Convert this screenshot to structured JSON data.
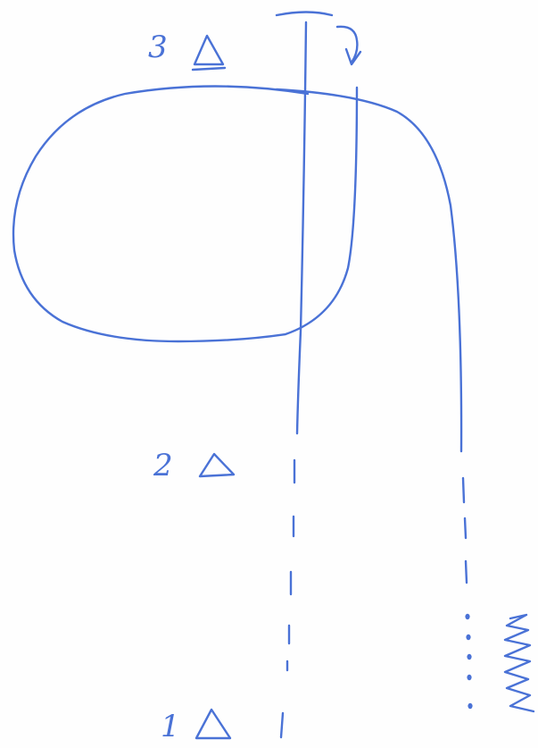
{
  "colors": {
    "ink": "#4a72d6",
    "paper": "#fefefe"
  },
  "labels": {
    "stop_3": "3 △",
    "stop_2": "2 △",
    "stop_1": "1 △"
  },
  "icons": {
    "turnaround": "curved-down-arrow-icon",
    "spring": "zigzag-spring-icon"
  }
}
